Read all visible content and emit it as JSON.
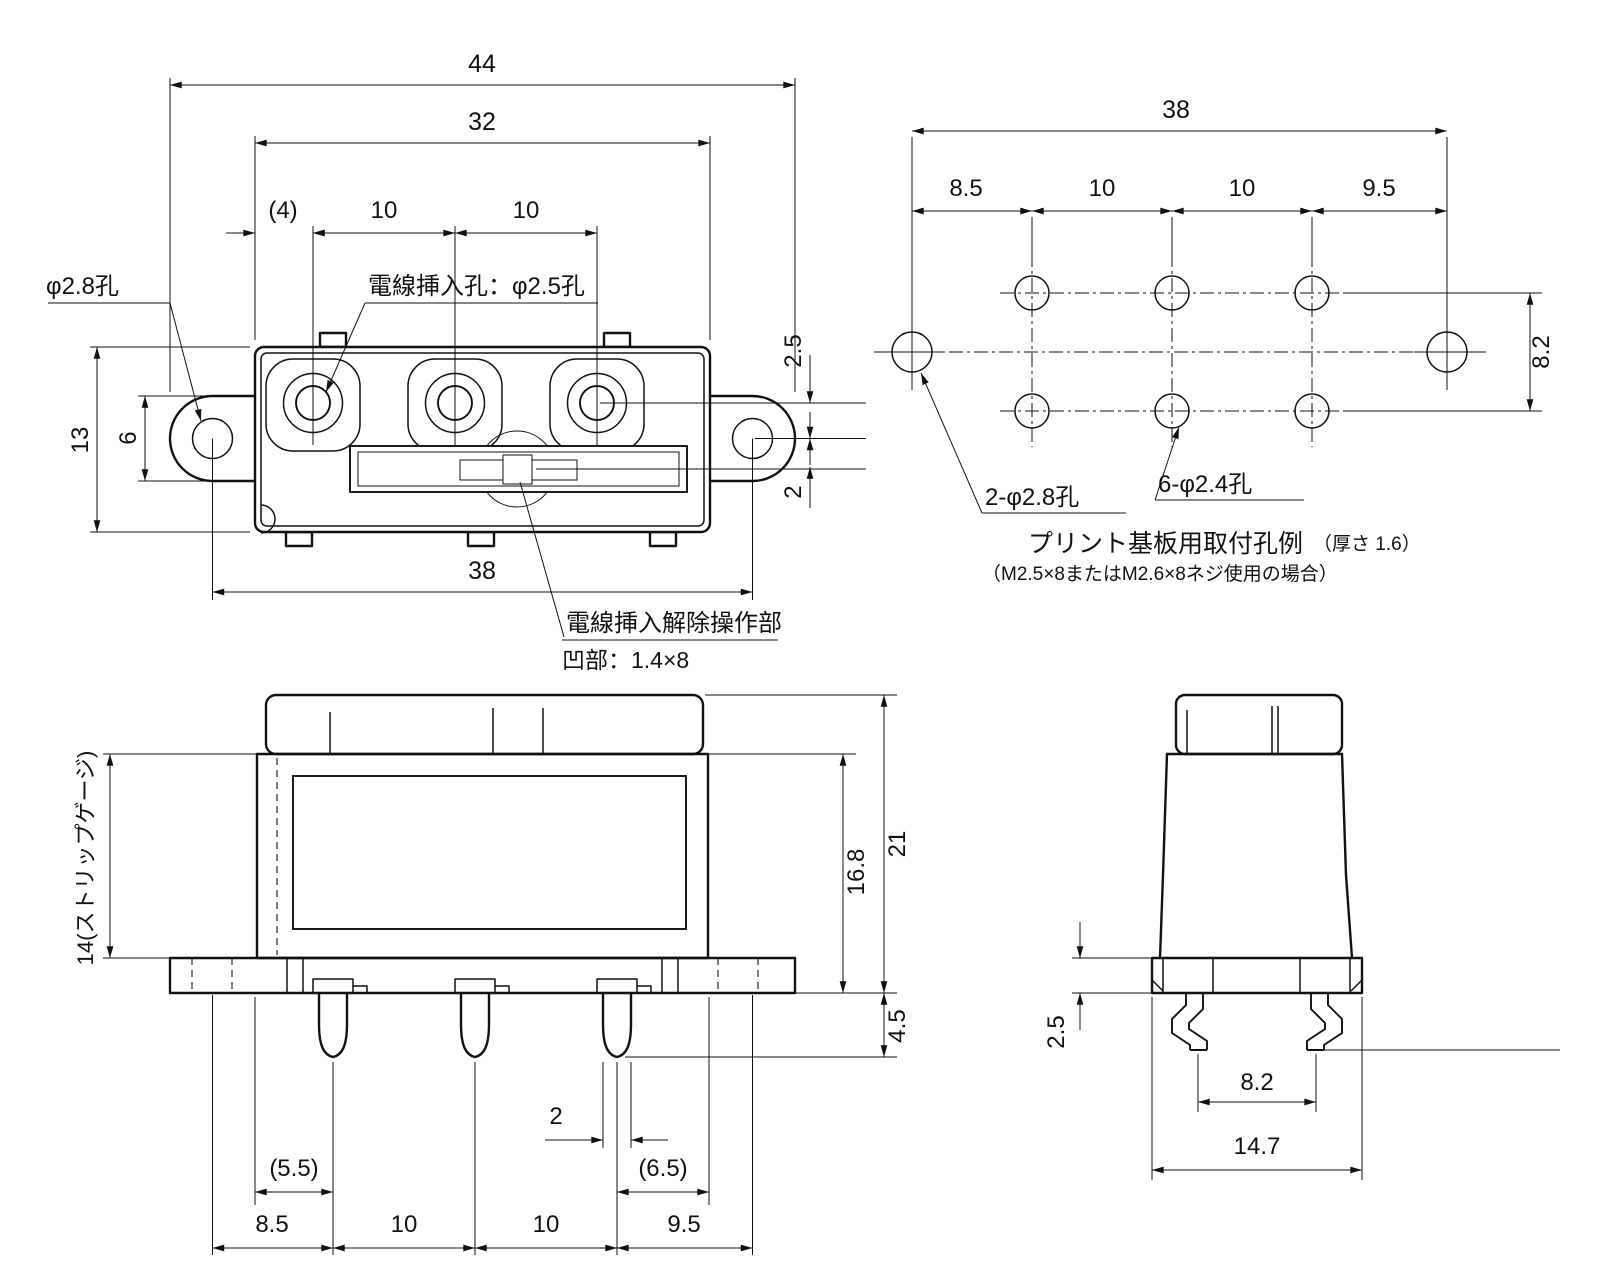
{
  "views": {
    "top": {
      "dims": {
        "overall": "44",
        "body": "32",
        "offset": "(4)",
        "pitch_a": "10",
        "pitch_b": "10",
        "height": "13",
        "ear": "6",
        "span": "38",
        "row": "2.5",
        "slot": "2"
      },
      "notes": {
        "ear_hole": "φ2.8孔",
        "wire_hole": "電線挿入孔：φ2.5孔",
        "release": "電線挿入解除操作部",
        "recess": "凹部：1.4×8"
      }
    },
    "pcb": {
      "dims": {
        "span": "38",
        "a": "8.5",
        "b": "10",
        "c": "10",
        "d": "9.5",
        "rows": "8.2"
      },
      "notes": {
        "big": "2-φ2.8孔",
        "small": "6-φ2.4孔",
        "title": "プリント基板用取付孔例",
        "thickness": "（厚さ 1.6）",
        "screws": "（M2.5×8またはM2.6×8ネジ使用の場合）"
      }
    },
    "front": {
      "dims": {
        "strip": "14(ストリップゲージ)",
        "body": "16.8",
        "overall": "21",
        "pin": "4.5",
        "pin_w": "2",
        "left": "(5.5)",
        "right": "(6.5)",
        "a": "8.5",
        "b": "10",
        "c": "10",
        "d": "9.5"
      }
    },
    "side": {
      "dims": {
        "flange": "2.5",
        "tips": "8.2",
        "width": "14.7"
      }
    }
  }
}
